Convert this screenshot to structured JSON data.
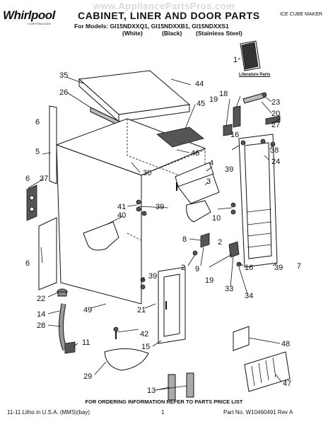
{
  "header": {
    "brand": "Whirlpool",
    "brand_sub": "CORPORATION",
    "title": "CABINET, LINER AND DOOR PARTS",
    "models_label": "For Models: GI15NDXXQ1, GI15NDXXB1, GI15NDXXS1",
    "variants": [
      "(White)",
      "(Black)",
      "(Stainless Steel)"
    ],
    "product": "ICE CUBE MAKER",
    "watermark": "www.AppliancePartsPros.com"
  },
  "literature_label": "Literature Parts",
  "callouts": {
    "c1": "1",
    "c2": "2",
    "c2b": "2",
    "c3": "3",
    "c4": "4",
    "c5": "5",
    "c6a": "6",
    "c6b": "6",
    "c6c": "6",
    "c7": "7",
    "c8": "8",
    "c9": "9",
    "c10": "10",
    "c11": "11",
    "c13": "13",
    "c14": "14",
    "c15": "15",
    "c16a": "16",
    "c16b": "16",
    "c18": "18",
    "c19a": "19",
    "c19b": "19",
    "c20": "20",
    "c21": "21",
    "c22": "22",
    "c23": "23",
    "c24": "24",
    "c26": "26",
    "c27": "27",
    "c28": "28",
    "c29": "29",
    "c30": "30",
    "c33": "33",
    "c34": "34",
    "c35": "35",
    "c37": "37",
    "c38": "38",
    "c39a": "39",
    "c39b": "39",
    "c39c": "39",
    "c39d": "39",
    "c40": "40",
    "c41": "41",
    "c42": "42",
    "c44": "44",
    "c45": "45",
    "c46": "46",
    "c47": "47",
    "c48": "48",
    "c49": "49"
  },
  "footer": {
    "note": "FOR ORDERING INFORMATION REFER TO PARTS PRICE LIST",
    "left": "11-11 Litho in U.S.A. (MMS)(bay)",
    "page": "1",
    "right": "Part No. W10460491 Rev A"
  }
}
